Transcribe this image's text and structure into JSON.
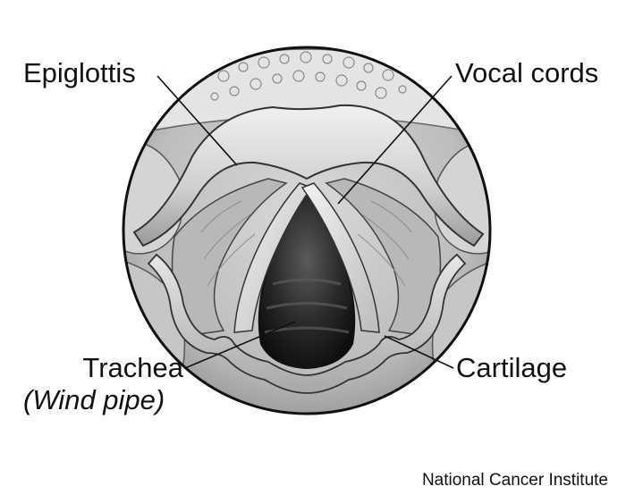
{
  "labels": {
    "epiglottis": "Epiglottis",
    "vocal_cords": "Vocal cords",
    "trachea": "Trachea",
    "trachea_sub": "(Wind pipe)",
    "cartilage": "Cartilage"
  },
  "credit": "National Cancer Institute"
}
